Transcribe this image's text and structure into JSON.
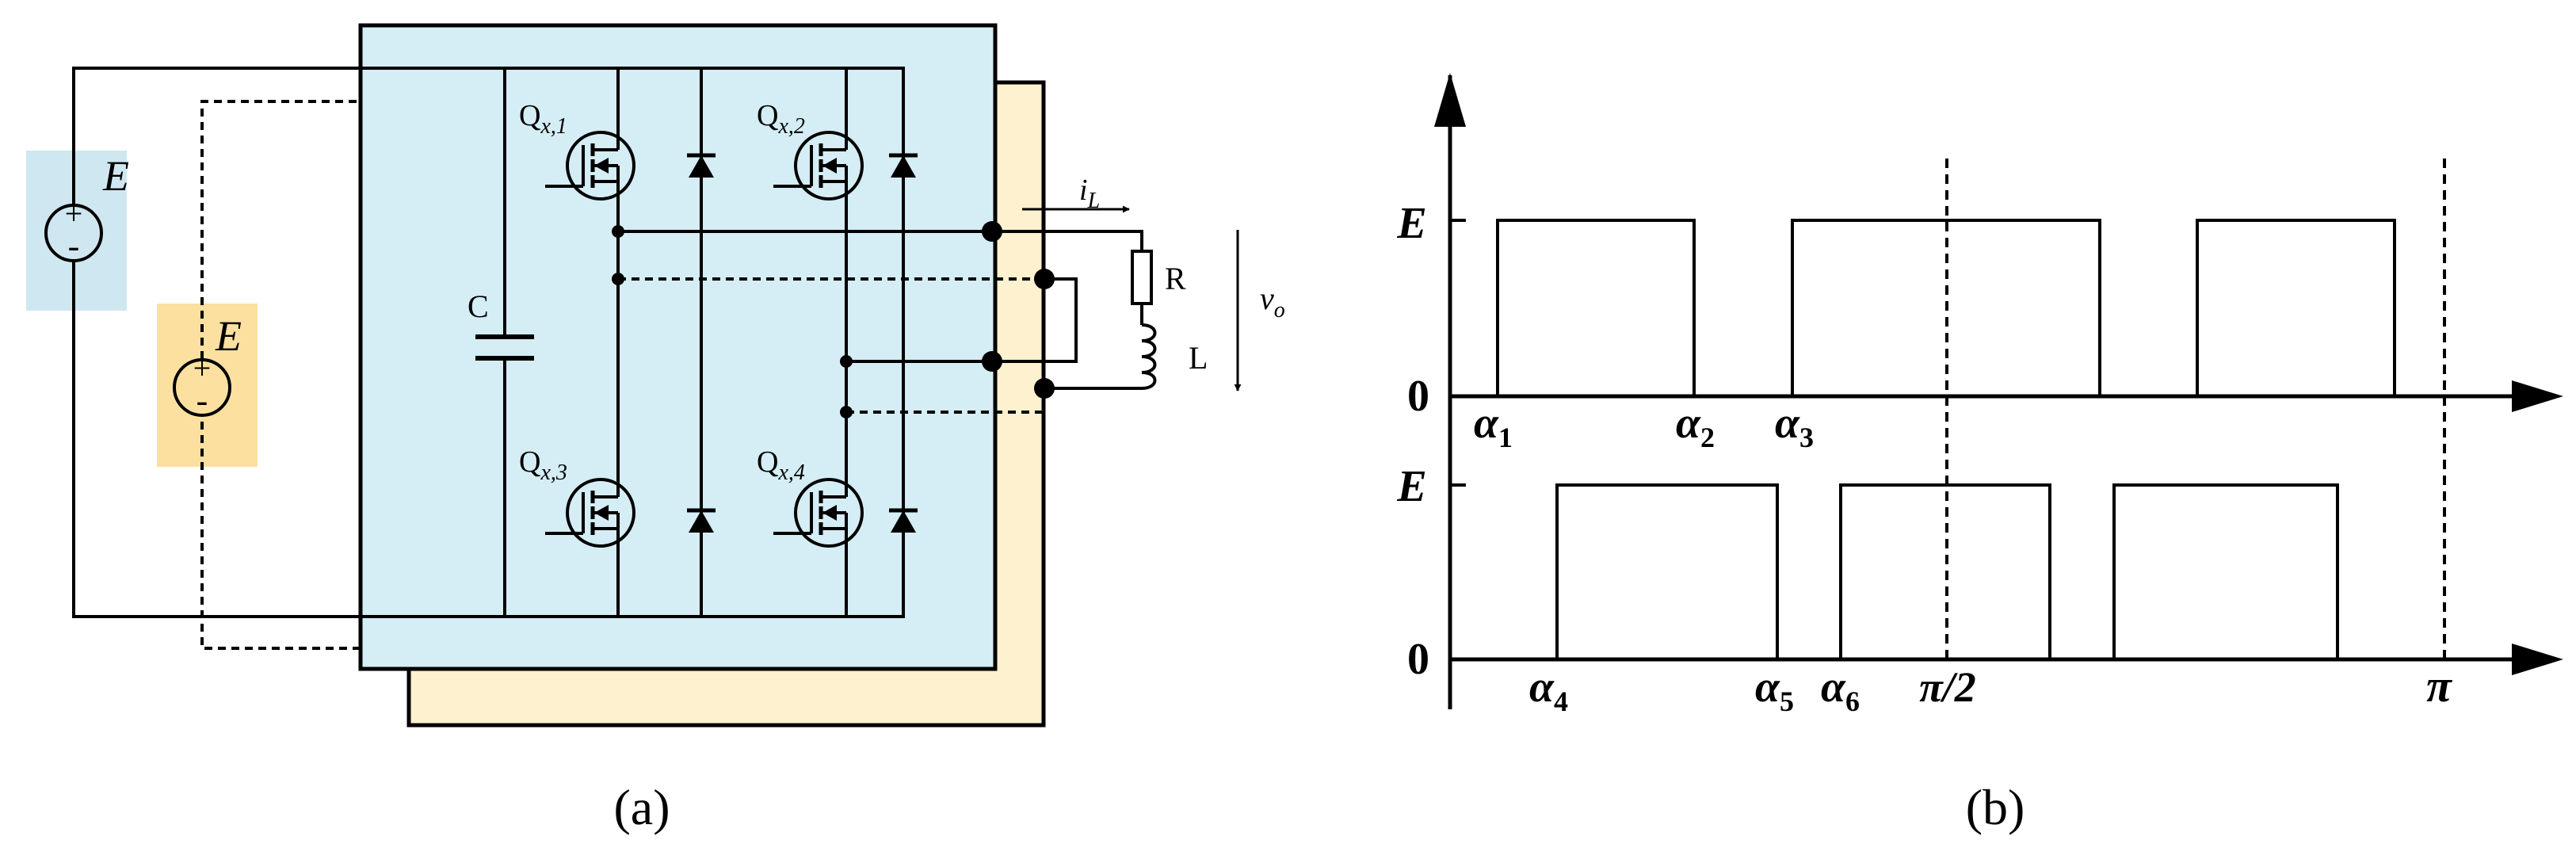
{
  "panel_a": {
    "caption": "(a)",
    "source_1_label": "E",
    "source_2_label": "E",
    "source_plus": "+",
    "source_minus": "-",
    "capacitor_label": "C",
    "switch_1": {
      "main": "Q",
      "sub": "x,1"
    },
    "switch_2": {
      "main": "Q",
      "sub": "x,2"
    },
    "switch_3": {
      "main": "Q",
      "sub": "x,3"
    },
    "switch_4": {
      "main": "Q",
      "sub": "x,4"
    },
    "current_label": {
      "main": "i",
      "sub": "L"
    },
    "resistor_label": "R",
    "inductor_label": "L",
    "voltage_label": {
      "main": "v",
      "sub": "o"
    },
    "colors": {
      "blue_module": "#d5edf4",
      "yellow_module": "#fdf1cf",
      "source_blue": "#cfe7f0",
      "source_yellow": "#fbe0a0"
    }
  },
  "panel_b": {
    "caption": "(b)",
    "top_y_label_E": "E",
    "top_y_label_0": "0",
    "bottom_y_label_E": "E",
    "bottom_y_label_0": "0",
    "alphas": [
      {
        "main": "α",
        "sub": "1"
      },
      {
        "main": "α",
        "sub": "2"
      },
      {
        "main": "α",
        "sub": "3"
      },
      {
        "main": "α",
        "sub": "4"
      },
      {
        "main": "α",
        "sub": "5"
      },
      {
        "main": "α",
        "sub": "6"
      }
    ],
    "pi_half_label": "π/2",
    "pi_label": "π"
  }
}
